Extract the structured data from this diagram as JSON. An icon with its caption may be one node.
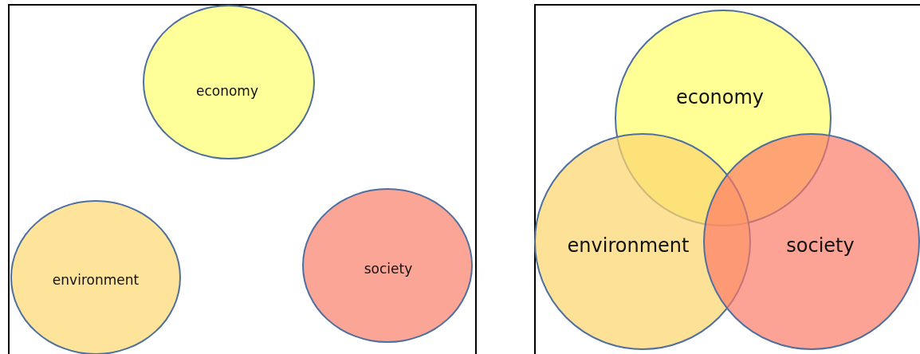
{
  "diagram": {
    "nodes": [
      {
        "text": [
          "economy"
        ]
      },
      {
        "text": [
          "environment"
        ]
      },
      {
        "text": [
          "society"
        ]
      },
      {
        "text": [
          "economy"
        ]
      },
      {
        "text": [
          "environment"
        ]
      },
      {
        "text": [
          "society"
        ]
      }
    ]
  }
}
